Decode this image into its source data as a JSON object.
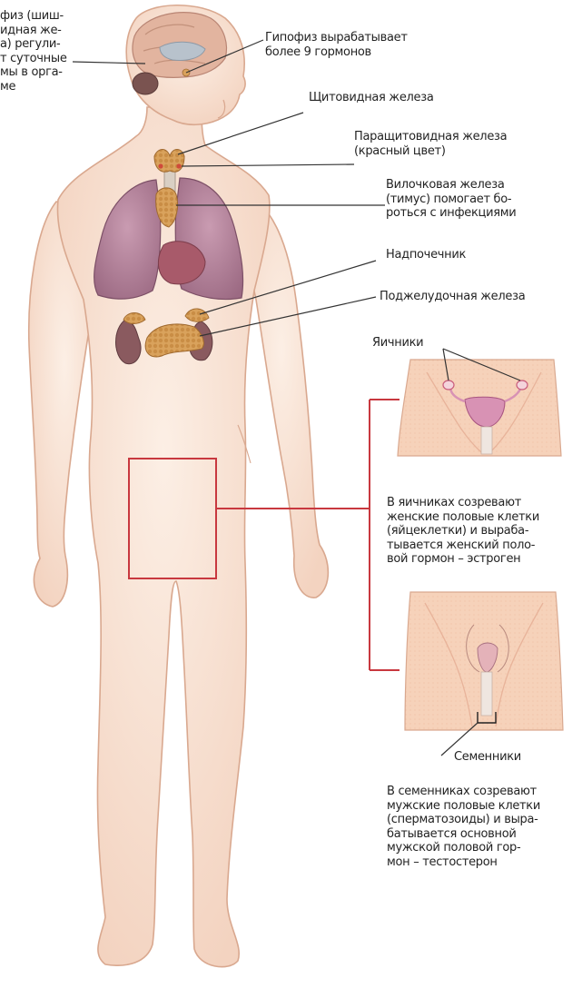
{
  "labels": {
    "pineal": {
      "lines": [
        "физ (шиш-",
        "идная же-",
        "а) регули-",
        "т суточные",
        "мы в орга-",
        "ме"
      ]
    },
    "pituitary": {
      "lines": [
        "Гипофиз вырабатывает",
        "более 9 гормонов"
      ]
    },
    "thyroid": {
      "lines": [
        "Щитовидная железа"
      ]
    },
    "parathyroid": {
      "lines": [
        "Паращитовидная железа",
        "(красный цвет)"
      ]
    },
    "thymus": {
      "lines": [
        "Вилочковая железа",
        "(тимус) помогает бо-",
        "роться с инфекциями"
      ]
    },
    "adrenal": {
      "lines": [
        "Надпочечник"
      ]
    },
    "pancreas": {
      "lines": [
        "Поджелудочная железа"
      ]
    },
    "ovaries": {
      "lines": [
        "Яичники"
      ]
    },
    "ovaries_desc": {
      "lines": [
        "В яичниках созревают",
        "женские половые клетки",
        "(яйцеклетки) и выраба-",
        "тывается женский поло-",
        "вой гормон – эстроген"
      ]
    },
    "testes": {
      "lines": [
        "Семенники"
      ]
    },
    "testes_desc": {
      "lines": [
        "В семенниках созревают",
        "мужские половые клетки",
        "(сперматозоиды) и выра-",
        "батывается основной",
        "мужской половой гор-",
        "мон – тестостерон"
      ]
    }
  },
  "colors": {
    "skin": "#f8e3d4",
    "skin_outline": "#d9a88f",
    "lung": "#b7849d",
    "gland": "#d9a25c",
    "parathyroid": "#cf4a3a",
    "kidney": "#8a5a5f",
    "frame": "#c8383f",
    "leader_line": "#333333"
  }
}
